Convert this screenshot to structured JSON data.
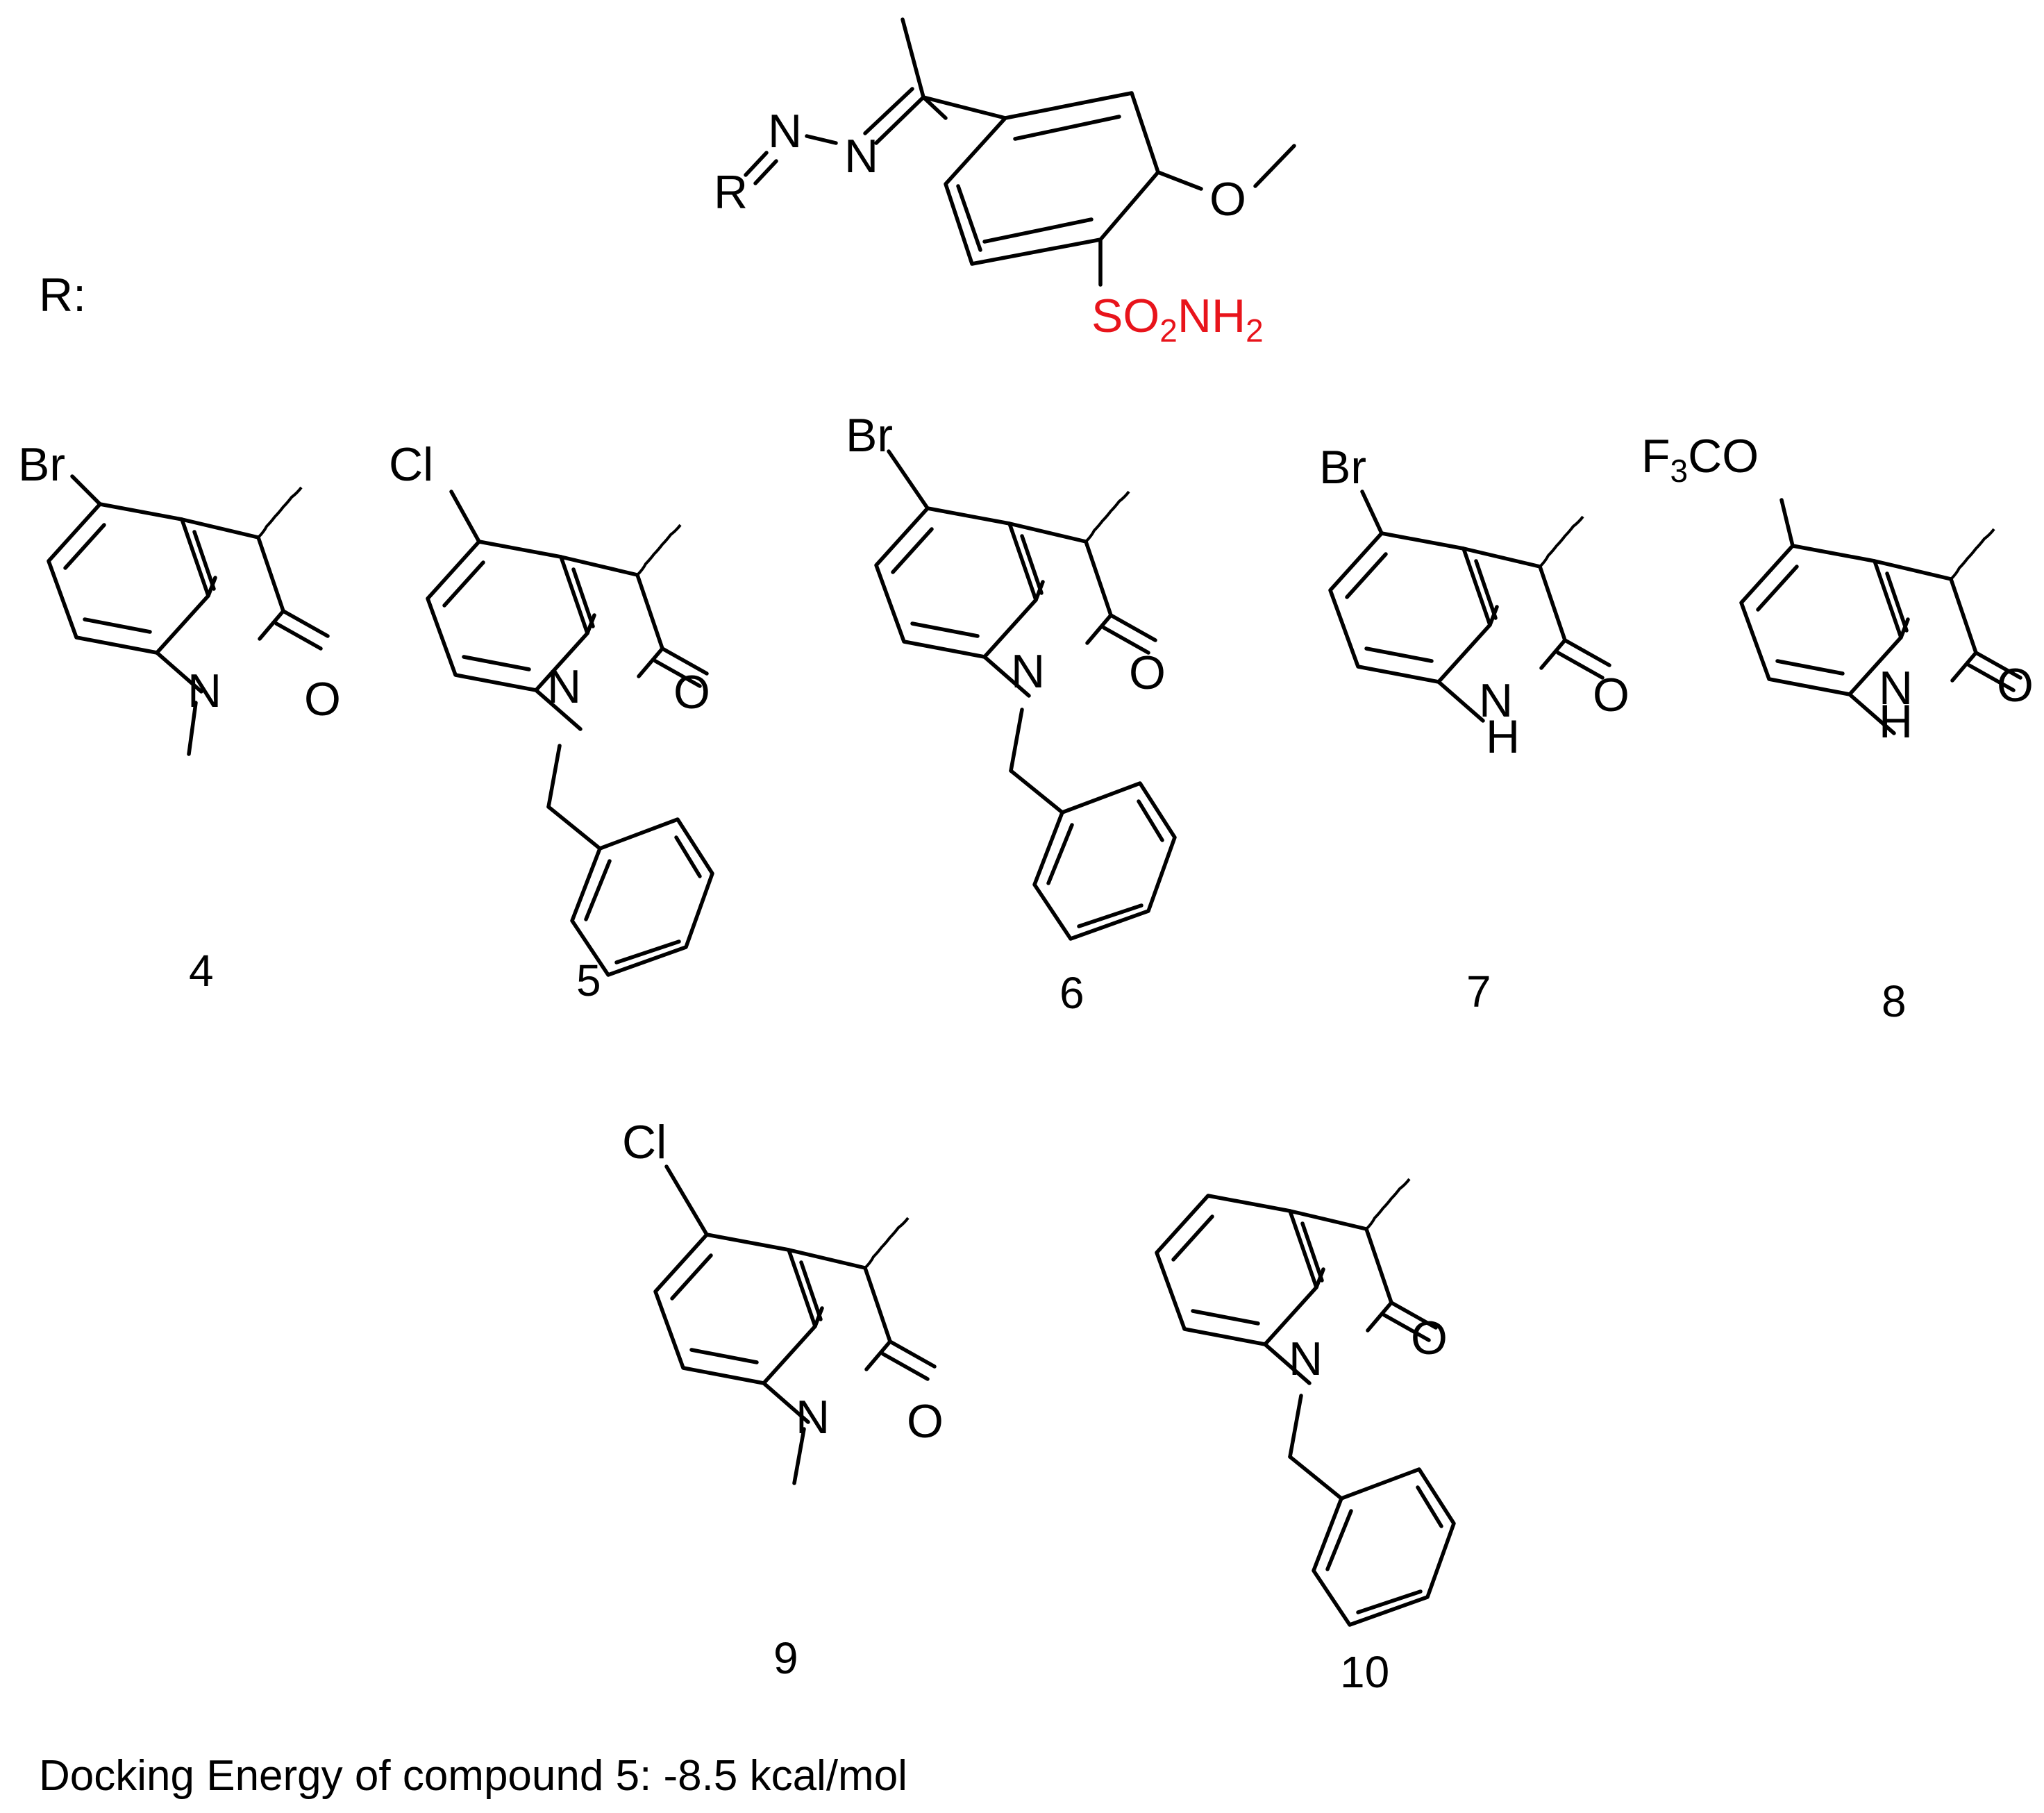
{
  "colors": {
    "bond": "#000000",
    "highlight": "#e8141b",
    "background": "#ffffff"
  },
  "core": {
    "r_symbol": "R",
    "azine_n1": "N",
    "azine_n2": "N",
    "methoxy_o": "O",
    "sulfonamide": {
      "s": "SO",
      "sub2": "2",
      "n": "NH",
      "sub2b": "2"
    }
  },
  "r_label": "R:",
  "compounds": [
    {
      "label": "4",
      "substituent": "Br",
      "n_group": "methyl"
    },
    {
      "label": "5",
      "substituent": "Cl",
      "n_group": "benzyl"
    },
    {
      "label": "6",
      "substituent": "Br",
      "n_group": "benzyl"
    },
    {
      "label": "7",
      "substituent": "Br",
      "n_group": "H"
    },
    {
      "label": "8",
      "substituent": "F3CO",
      "n_group": "H"
    },
    {
      "label": "9",
      "substituent": "Cl",
      "n_group": "methyl"
    },
    {
      "label": "10",
      "substituent": "",
      "n_group": "benzyl"
    }
  ],
  "atoms": {
    "n": "N",
    "o": "O",
    "h": "H",
    "f": "F",
    "f_sub": "3",
    "co": "CO"
  },
  "footer": "Docking Energy of compound 5: -8.5 kcal/mol"
}
